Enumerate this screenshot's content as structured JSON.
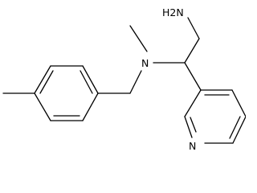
{
  "molecule": {
    "atom_labels": {
      "amine": "H2N",
      "amine_n": "N",
      "pyridine_n": "N"
    },
    "colors": {
      "background": "#ffffff",
      "bond": "#000000",
      "label": "#000000"
    }
  }
}
